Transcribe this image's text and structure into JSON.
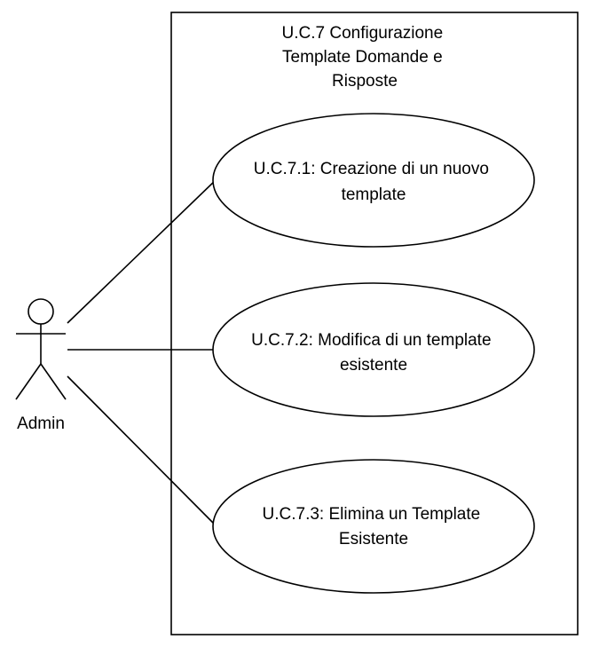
{
  "system": {
    "title_lines": [
      "U.C.7 Configurazione",
      "Template Domande e",
      "Risposte"
    ]
  },
  "actor": {
    "name": "Admin"
  },
  "use_cases": [
    {
      "lines": [
        "U.C.7.1: Creazione di un nuovo",
        "template"
      ]
    },
    {
      "lines": [
        "U.C.7.2: Modifica di un template",
        "esistente"
      ]
    },
    {
      "lines": [
        "U.C.7.3: Elimina un Template",
        "Esistente"
      ]
    }
  ],
  "colors": {
    "stroke": "#000000",
    "background": "#ffffff"
  }
}
